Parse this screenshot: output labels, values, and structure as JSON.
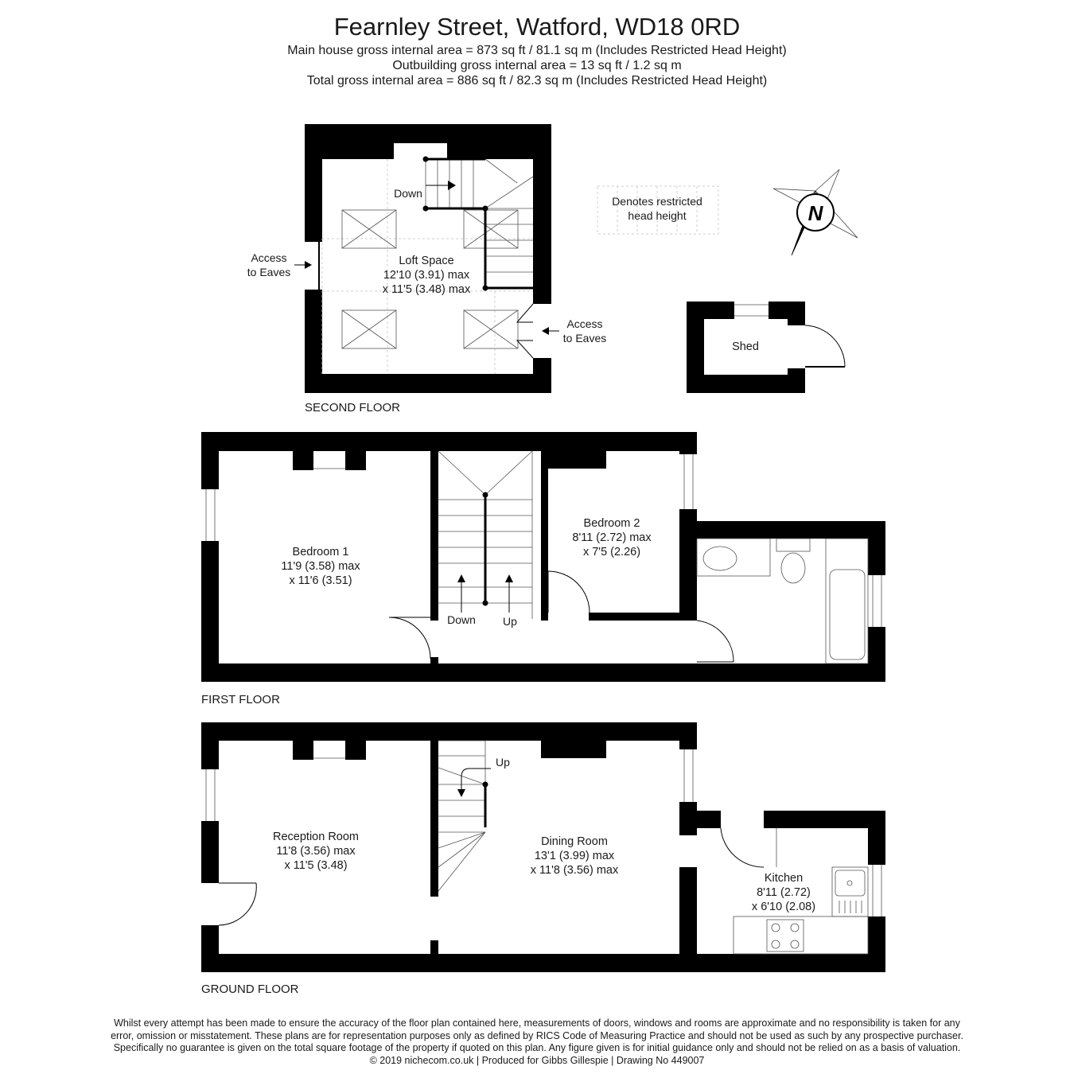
{
  "header": {
    "title": "Fearnley Street, Watford, WD18 0RD",
    "lines": [
      "Main house gross internal area = 873 sq ft / 81.1 sq m (Includes Restricted Head Height)",
      "Outbuilding gross internal area = 13 sq ft / 1.2 sq m",
      "Total gross internal area = 886 sq ft / 82.3 sq m (Includes Restricted Head Height)"
    ]
  },
  "legend": {
    "restricted_line1": "Denotes restricted",
    "restricted_line2": "head height"
  },
  "compass": {
    "letter": "N"
  },
  "second_floor": {
    "label": "SECOND FLOOR",
    "loft": {
      "name": "Loft Space",
      "dim1": "12'10 (3.91) max",
      "dim2": "x 11'5 (3.48) max"
    },
    "down": "Down",
    "eaves_left_1": "Access",
    "eaves_left_2": "to Eaves",
    "eaves_right_1": "Access",
    "eaves_right_2": "to Eaves"
  },
  "shed": {
    "name": "Shed"
  },
  "first_floor": {
    "label": "FIRST FLOOR",
    "bedroom1": {
      "name": "Bedroom 1",
      "dim1": "11'9 (3.58) max",
      "dim2": "x 11'6 (3.51)"
    },
    "bedroom2": {
      "name": "Bedroom 2",
      "dim1": "8'11 (2.72) max",
      "dim2": "x 7'5 (2.26)"
    },
    "down": "Down",
    "up": "Up"
  },
  "ground_floor": {
    "label": "GROUND FLOOR",
    "reception": {
      "name": "Reception Room",
      "dim1": "11'8 (3.56) max",
      "dim2": "x 11'5 (3.48)"
    },
    "dining": {
      "name": "Dining Room",
      "dim1": "13'1 (3.99) max",
      "dim2": "x 11'8 (3.56) max"
    },
    "kitchen": {
      "name": "Kitchen",
      "dim1": "8'11 (2.72)",
      "dim2": "x 6'10 (2.08)"
    },
    "up": "Up"
  },
  "footer": {
    "lines": [
      "Whilst every attempt has been made to ensure the accuracy of the floor plan contained here, measurements of doors, windows and rooms are approximate and no responsibility is taken for any",
      "error, omission or misstatement. These plans are for representation purposes only as defined by RICS Code of Measuring Practice and should not be used as such by any prospective purchaser.",
      "Specifically no guarantee is given on the total square footage of the property if quoted on this plan. Any figure given is for initial guidance only and should not be relied on as a basis of valuation.",
      "© 2019 nichecom.co.uk  |  Produced for Gibbs Gillespie  |  Drawing No 449007"
    ]
  }
}
